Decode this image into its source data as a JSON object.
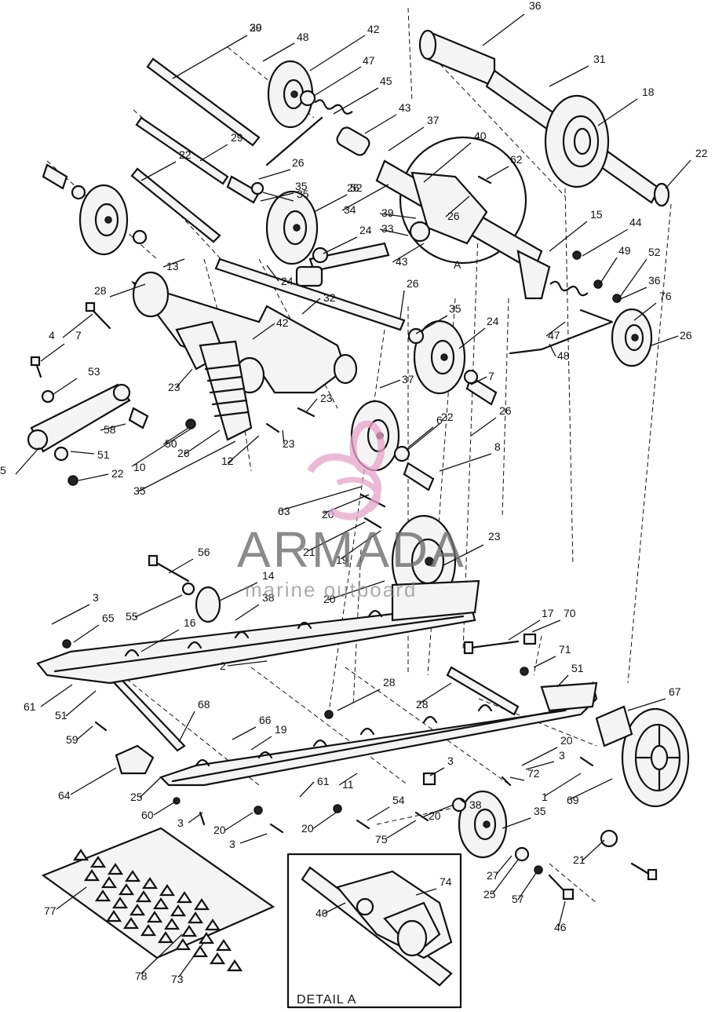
{
  "diagram": {
    "detail_label": "DETAIL A",
    "callout_a": "A",
    "callouts": [
      "30",
      "48",
      "42",
      "47",
      "45",
      "43",
      "37",
      "40",
      "62",
      "36",
      "31",
      "18",
      "29",
      "29",
      "22",
      "26",
      "35",
      "52",
      "34",
      "39",
      "33",
      "43",
      "15",
      "44",
      "49",
      "52",
      "36",
      "22",
      "26",
      "35",
      "26",
      "24",
      "13",
      "28",
      "24",
      "32",
      "26",
      "35",
      "24",
      "42",
      "76",
      "4",
      "7",
      "53",
      "23",
      "23",
      "37",
      "47",
      "48",
      "26",
      "22",
      "7",
      "58",
      "51",
      "50",
      "10",
      "26",
      "23",
      "12",
      "35",
      "26",
      "6",
      "5",
      "22",
      "8",
      "63",
      "20",
      "21",
      "19",
      "23",
      "56",
      "14",
      "55",
      "38",
      "20",
      "3",
      "65",
      "16",
      "17",
      "70",
      "71",
      "51",
      "2",
      "61",
      "51",
      "28",
      "28",
      "68",
      "59",
      "66",
      "19",
      "67",
      "64",
      "61",
      "11",
      "3",
      "20",
      "3",
      "72",
      "1",
      "25",
      "38",
      "69",
      "60",
      "3",
      "20",
      "3",
      "20",
      "54",
      "75",
      "20",
      "35",
      "21",
      "27",
      "25",
      "57",
      "46",
      "77",
      "74",
      "40",
      "78",
      "73"
    ]
  },
  "watermark": {
    "brand": "ARMADA",
    "tagline": "marine outboard",
    "color": "#e8a3c8"
  }
}
